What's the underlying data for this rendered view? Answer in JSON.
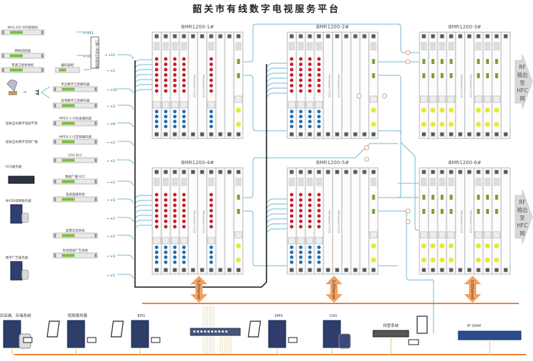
{
  "title": "韶关市有线数字电视服务平台",
  "chassis": [
    {
      "id": "1",
      "label": "BMR1200-1#",
      "slots": [
        "asi",
        "asi",
        "asi",
        "asi",
        "mgmt",
        "mgmt",
        "asi",
        "blank",
        "blank",
        "rf"
      ]
    },
    {
      "id": "2",
      "label": "BMR1200-2#",
      "slots": [
        "asi",
        "asi",
        "asi",
        "asi",
        "mgmt",
        "mgmt",
        "blank",
        "blank",
        "blank",
        "rf"
      ]
    },
    {
      "id": "3",
      "label": "BMR1200-3#",
      "slots": [
        "rf",
        "rf",
        "rf",
        "rf",
        "mgmt",
        "mgmt",
        "rf",
        "rf",
        "rf",
        "blank"
      ]
    },
    {
      "id": "4",
      "label": "BMR1200-4#",
      "slots": [
        "asi",
        "asi",
        "asi",
        "asi",
        "mgmt",
        "mgmt",
        "asi",
        "blank",
        "blank",
        "rf"
      ]
    },
    {
      "id": "5",
      "label": "BMR1200-5#",
      "slots": [
        "asi",
        "asi",
        "asi",
        "asi",
        "mgmt",
        "mgmt",
        "blank",
        "blank",
        "blank",
        "rf"
      ]
    },
    {
      "id": "6",
      "label": "BMR1200-6#",
      "slots": [
        "rf",
        "rf",
        "rf",
        "rf",
        "mgmt",
        "mgmt",
        "rf",
        "rf",
        "rf",
        "blank"
      ]
    }
  ],
  "mgmt_card_label": "Management Card",
  "rf_output": {
    "label_lines": [
      "RF",
      "输出",
      "至",
      "HFC",
      "网"
    ]
  },
  "inputs": [
    {
      "label": "NGS-201 IRD接收机",
      "count": "×11",
      "device": "rack"
    },
    {
      "label": "网络适配器",
      "count": "×3",
      "device": "rack"
    },
    {
      "label": "普通卫星接收机",
      "count": "×1",
      "device": "rack",
      "mid_label": "编码器组"
    },
    {
      "label": "专业数字卫星解码器",
      "count": "×12",
      "device": "rack"
    },
    {
      "label": "高清数字卫星解码器",
      "count": "×3",
      "device": "rack"
    },
    {
      "label": "MPEG-2 I2标准编码器",
      "count": "×9",
      "device": "rack",
      "source": "韶关自办数字电视节目"
    },
    {
      "label": "MPEG-2 I2音频编码器",
      "count": "×2",
      "device": "rack",
      "source": "韶关自办数字音频广播"
    },
    {
      "label": "EPG·RCC",
      "count": "×1",
      "device": "rack"
    },
    {
      "label": "数据广播 RCC",
      "count": "×2",
      "device": "rack",
      "source": "RCS服务器"
    },
    {
      "label": "电视直播系统",
      "count": "×1",
      "device": "rack"
    },
    {
      "label": "",
      "count": "×1",
      "device": "server",
      "source": "NVOD视频服务器"
    },
    {
      "label": "股票信息系统",
      "count": "×1",
      "device": "rack"
    },
    {
      "label": "有线电视广告系统",
      "count": "×1",
      "device": "rack"
    },
    {
      "label": "",
      "count": "×1",
      "device": "server",
      "source": "数字广告服务器"
    }
  ],
  "mux_box_label": "三路一体多业务复用器",
  "mux_box_count": "×11",
  "gigabit_label": "G-Ethernet",
  "bottom_systems": [
    {
      "label": "节目采编、存储系统",
      "type": "server-storage"
    },
    {
      "label": "视频服务器",
      "type": "server"
    },
    {
      "label": "EPG",
      "type": "server"
    },
    {
      "label": "",
      "type": "switch"
    },
    {
      "label": "SMS",
      "type": "server"
    },
    {
      "label": "CAS",
      "type": "server-storage"
    },
    {
      "label": "网管系统",
      "type": "rack"
    },
    {
      "label": "IP QAM",
      "type": "ipqam"
    }
  ],
  "colors": {
    "cable_blue": "#6fb8d6",
    "backbone_black": "#111111",
    "ethernet_orange": "#e8823a",
    "arrow_orange": "#f2a060",
    "asi_red": "#c8202a",
    "asi_blue": "#1f6fb4",
    "rf_yellow": "#e8e832",
    "led_green": "#7aa02a",
    "rack_green": "#7cbd3a"
  }
}
